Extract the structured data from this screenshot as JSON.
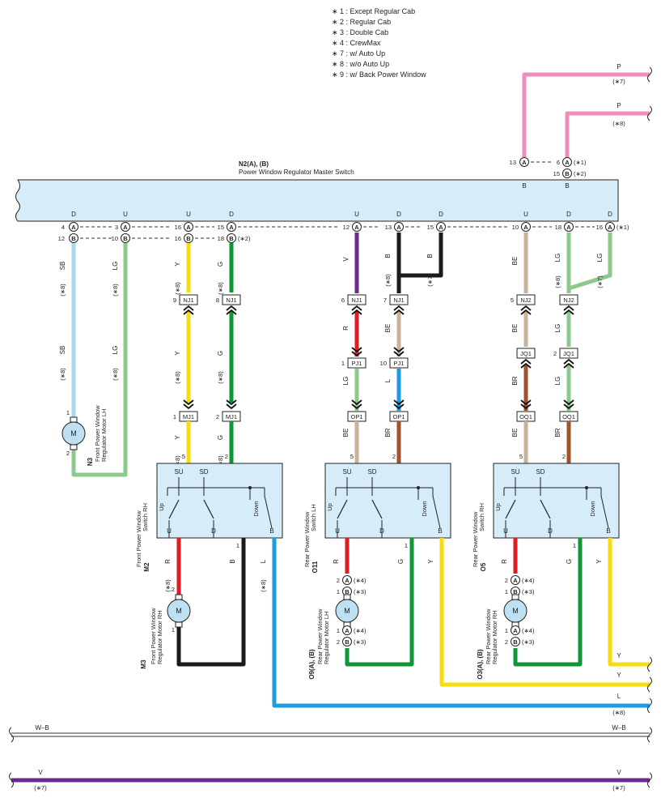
{
  "legend": [
    "∗ 1 : Except Regular Cab",
    "∗ 2 : Regular Cab",
    "∗ 3 : Double Cab",
    "∗ 4 : CrewMax",
    "∗ 7 : w/ Auto Up",
    "∗ 8 : w/o Auto Up",
    "∗ 9 : w/ Back Power Window"
  ],
  "master": {
    "code": "N2(A), (B)",
    "name": "Power Window Regulator Master Switch"
  },
  "colors": {
    "P": "#ee8fbb",
    "SB": "#a9d8ef",
    "LG": "#8cc98c",
    "Y": "#f7dc12",
    "G": "#119636",
    "V": "#6e2a8a",
    "B": "#1a1a1a",
    "R": "#e01b24",
    "BE": "#c8b29a",
    "L": "#1b9de0",
    "BR": "#a0522d",
    "WB": "#ffffff",
    "box": "#d6ecf8"
  },
  "labels": {
    "top_wire_P1": "P",
    "top_note_P1": "(∗7)",
    "top_wire_P2": "P",
    "top_note_P2": "(∗8)",
    "top_pin13": "13",
    "top_pin6": "6",
    "top_pin15": "15",
    "top_note1": "(∗1)",
    "top_note2": "(∗2)",
    "A": "A",
    "B": "B",
    "D": "D",
    "U": "U",
    "p4": "4",
    "p12": "12",
    "p3": "3",
    "p10": "10",
    "p16": "16",
    "p15": "15",
    "p18": "18",
    "p13": "13",
    "n2": "(∗2)",
    "n1": "(∗1)",
    "n8": "(∗8)",
    "n7": "(∗7)",
    "n4": "(∗4)",
    "n3": "(∗3)",
    "SB": "SB",
    "LG": "LG",
    "Y": "Y",
    "G": "G",
    "V": "V",
    "R": "R",
    "BE": "BE",
    "L": "L",
    "BR": "BR",
    "W-B": "W–B",
    "NJ1": "NJ1",
    "NJ2": "NJ2",
    "PJ1": "PJ1",
    "JQ1": "JQ1",
    "MJ1": "MJ1",
    "OP1": "OP1",
    "OQ1": "OQ1",
    "pin9": "9",
    "pin8": "8",
    "pin6": "6",
    "pin7": "7",
    "pin5": "5",
    "pin1": "1",
    "pin2": "2",
    "pin10": "10",
    "SU": "SU",
    "SD": "SD",
    "Up": "Up",
    "Down": "Down",
    "M": "M",
    "n3_code": "N3",
    "n3_name1": "Front Power Window",
    "n3_name2": "Regulator Motor LH",
    "m2_code": "M2",
    "m2_name1": "Front Power Window",
    "m2_name2": "Switch RH",
    "o11_code": "O11",
    "o11_name1": "Rear Power Window",
    "o11_name2": "Switch LH",
    "o5_code": "O5",
    "o5_name1": "Rear Power Window",
    "o5_name2": "Switch RH",
    "m3_code": "M3",
    "m3_name1": "Front Power Window",
    "m3_name2": "Regulator Motor RH",
    "o9_code": "O9(A), (B)",
    "o9_name1": "Rear Power Window",
    "o9_name2": "Regulator Motor LH",
    "o3_code": "O3(A), (B)",
    "o3_name1": "Rear Power Window",
    "o3_name2": "Regulator Motor RH"
  }
}
